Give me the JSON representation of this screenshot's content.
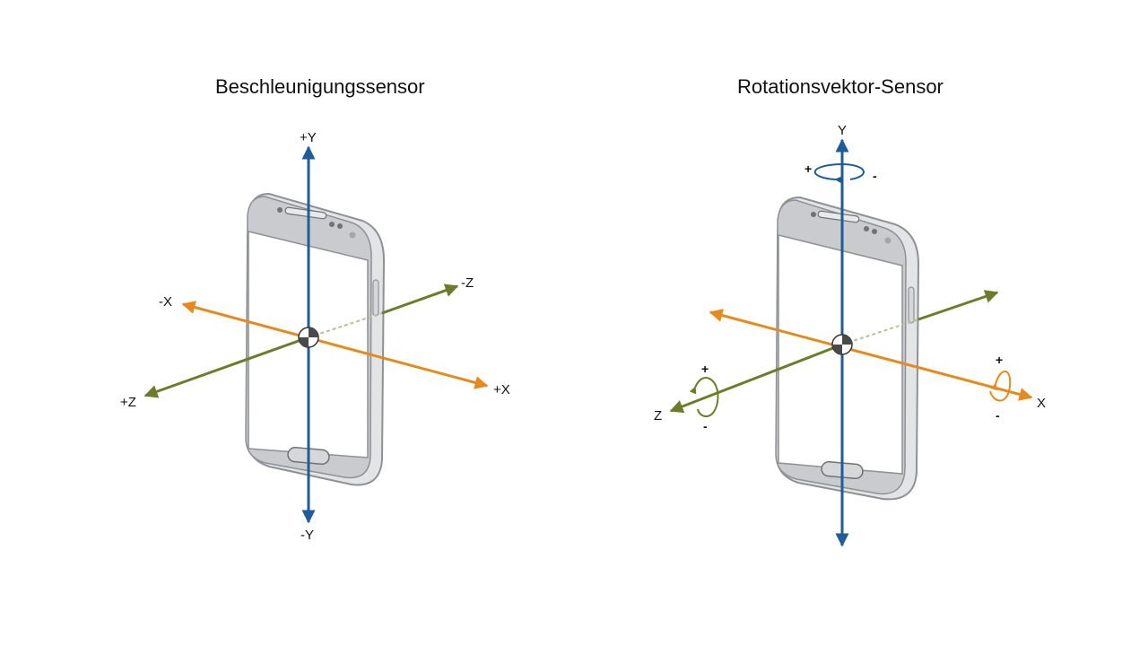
{
  "diagrams": {
    "accelerometer": {
      "title": "Beschleunigungssensor",
      "labels": {
        "y_pos": "+Y",
        "y_neg": "-Y",
        "x_pos": "+X",
        "x_neg": "-X",
        "z_pos": "+Z",
        "z_neg": "-Z"
      }
    },
    "rotation_vector": {
      "title": "Rotationsvektor-Sensor",
      "labels": {
        "y": "Y",
        "x": "X",
        "z": "Z"
      },
      "rotation_signs": {
        "plus": "+",
        "minus": "-"
      }
    }
  },
  "colors": {
    "y_axis": "#1f5c99",
    "x_axis": "#e58a1f",
    "z_axis": "#6b7d2a",
    "phone_body": "#c9cbcf",
    "phone_edge": "#8e9196"
  }
}
